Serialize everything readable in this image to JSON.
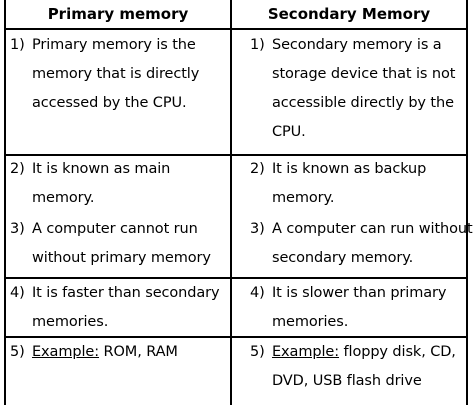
{
  "table": {
    "headers": [
      "Primary memory",
      "Secondary Memory"
    ],
    "rows": [
      {
        "primary": [
          {
            "num": "1)",
            "lines": [
              "Primary memory is the",
              "memory that is directly",
              "accessed by the CPU."
            ]
          }
        ],
        "secondary": [
          {
            "num": "1)",
            "lines": [
              "Secondary memory is a",
              "storage device that is not",
              "accessible directly by the",
              "CPU."
            ]
          }
        ]
      },
      {
        "primary": [
          {
            "num": "2)",
            "lines": [
              "It is known as main",
              "memory."
            ]
          },
          {
            "num": "3)",
            "lines": [
              "A computer cannot run",
              "without primary memory"
            ]
          }
        ],
        "secondary": [
          {
            "num": "2)",
            "lines": [
              "It is known as backup",
              "memory."
            ]
          },
          {
            "num": "3)",
            "lines": [
              "A computer can run without",
              "secondary memory."
            ]
          }
        ]
      },
      {
        "primary": [
          {
            "num": "4)",
            "lines": [
              "It is faster than secondary",
              "memories."
            ]
          }
        ],
        "secondary": [
          {
            "num": "4)",
            "lines": [
              "It is slower than primary",
              "memories."
            ]
          }
        ]
      },
      {
        "primary": [
          {
            "num": "5)",
            "label": "Example:",
            "rest": " ROM, RAM"
          }
        ],
        "secondary": [
          {
            "num": "5)",
            "label": "Example:",
            "rest": " floppy disk, CD,",
            "line2": "DVD, USB flash drive"
          }
        ]
      }
    ]
  }
}
